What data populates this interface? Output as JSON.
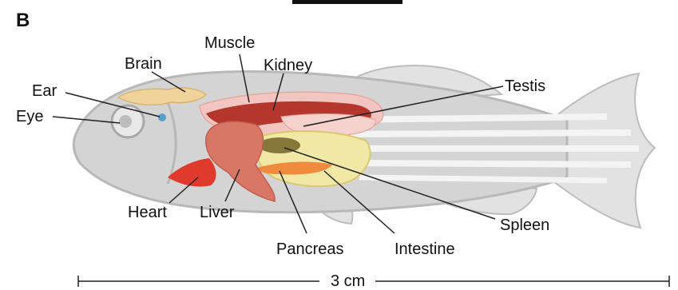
{
  "panel": {
    "letter": "B"
  },
  "labels": {
    "muscle": "Muscle",
    "brain": "Brain",
    "kidney": "Kidney",
    "ear": "Ear",
    "eye": "Eye",
    "testis": "Testis",
    "heart": "Heart",
    "liver": "Liver",
    "spleen": "Spleen",
    "pancreas": "Pancreas",
    "intestine": "Intestine"
  },
  "scale_bar": {
    "label": "3 cm"
  },
  "colors": {
    "fish_body": "#d4d4d4",
    "fish_outline": "#b8b8b8",
    "fin": "#e2e2e2",
    "stripe_light": "#f4f4f4",
    "muscle": "#f3c5c0",
    "kidney": "#b4362c",
    "brain": "#f0d39a",
    "liver": "#d97766",
    "heart": "#e03a2c",
    "intestine": "#f2e8a6",
    "spleen": "#86773a",
    "pancreas": "#f08a3c",
    "ear": "#5a9fc7",
    "leader_line": "#222222"
  }
}
